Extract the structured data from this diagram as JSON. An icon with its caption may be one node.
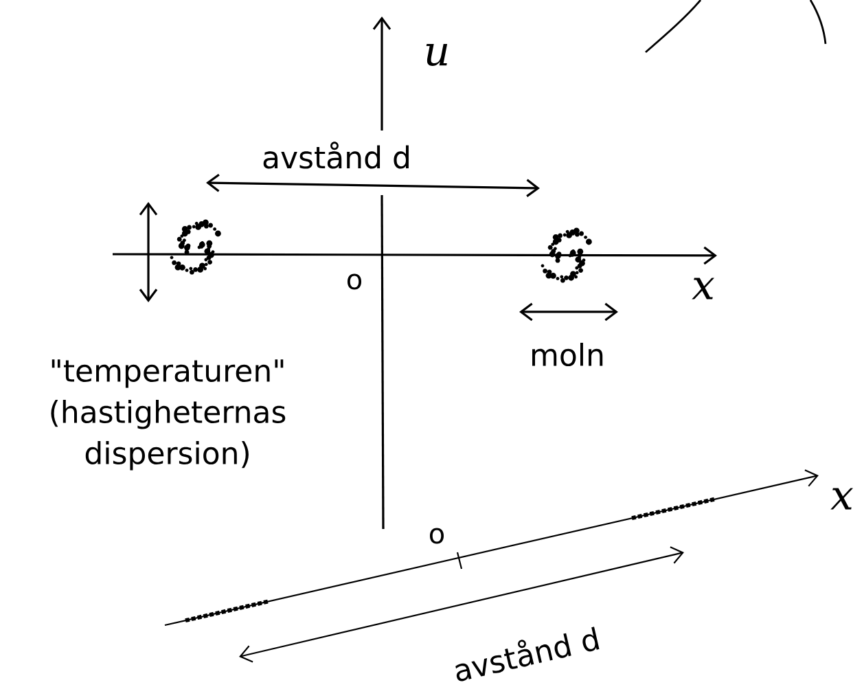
{
  "diagram": {
    "labels": [
      "u",
      "avstånd d",
      "o",
      "x",
      "moln",
      "\"temperaturen\" (hastigheternas dispersion)",
      "x",
      "o",
      "avstånd d"
    ]
  }
}
